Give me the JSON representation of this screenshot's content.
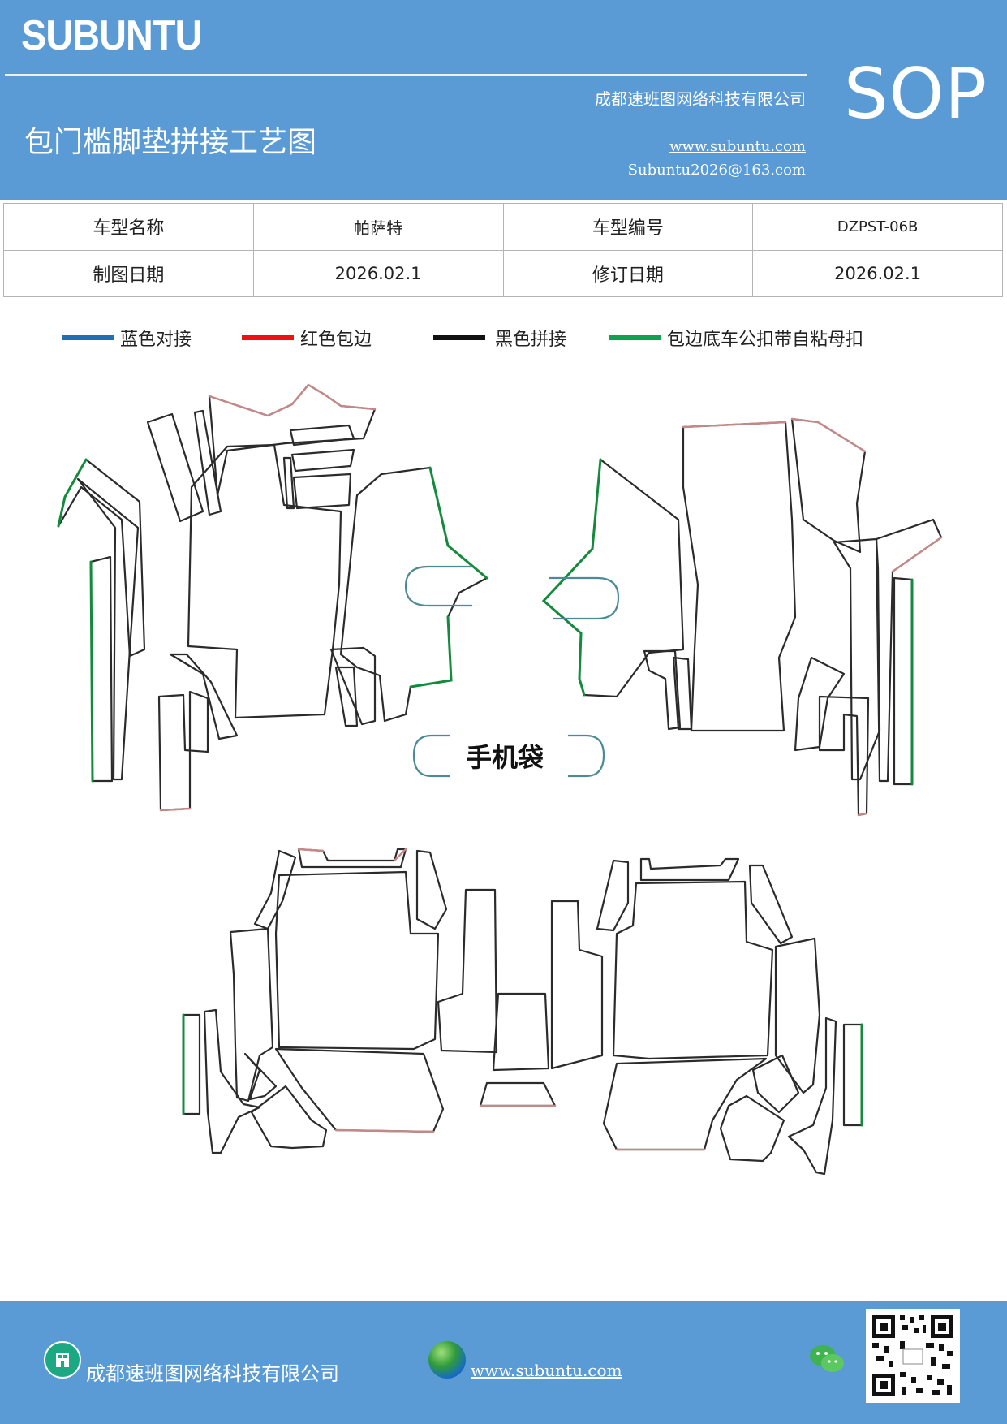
{
  "header": {
    "brand": "SUBUNTU",
    "company": "成都速班图网络科技有限公司",
    "title": "包门槛脚垫拼接工艺图",
    "website": "www.subuntu.com",
    "email": "Subuntu2026@163.com",
    "badge": "SOP"
  },
  "info_table": {
    "model_name_label": "车型名称",
    "model_name_value": "帕萨特",
    "model_code_label": "车型编号",
    "model_code_value": "DZPST-06B",
    "draw_date_label": "制图日期",
    "draw_date_value": "2026.02.1",
    "revise_date_label": "修订日期",
    "revise_date_value": "2026.02.1"
  },
  "legend": [
    {
      "label": "蓝色对接",
      "color": "#1f6fb5"
    },
    {
      "label": "红色包边",
      "color": "#ee1111"
    },
    {
      "label": "黑色拼接",
      "color": "#111111"
    },
    {
      "label": "包边底车公扣带自粘母扣",
      "color": "#10a050"
    }
  ],
  "diagram": {
    "phone_pocket_label": "手机袋",
    "colors": {
      "outline": "#2b2b2b",
      "edge": "#c48888",
      "green": "#148a3c",
      "blue": "#4c8a96"
    }
  },
  "footer": {
    "company": "成都速班图网络科技有限公司",
    "website": "www.subuntu.com",
    "icons": [
      "building-icon",
      "globe-icon",
      "wechat-icon",
      "qr-code"
    ]
  }
}
